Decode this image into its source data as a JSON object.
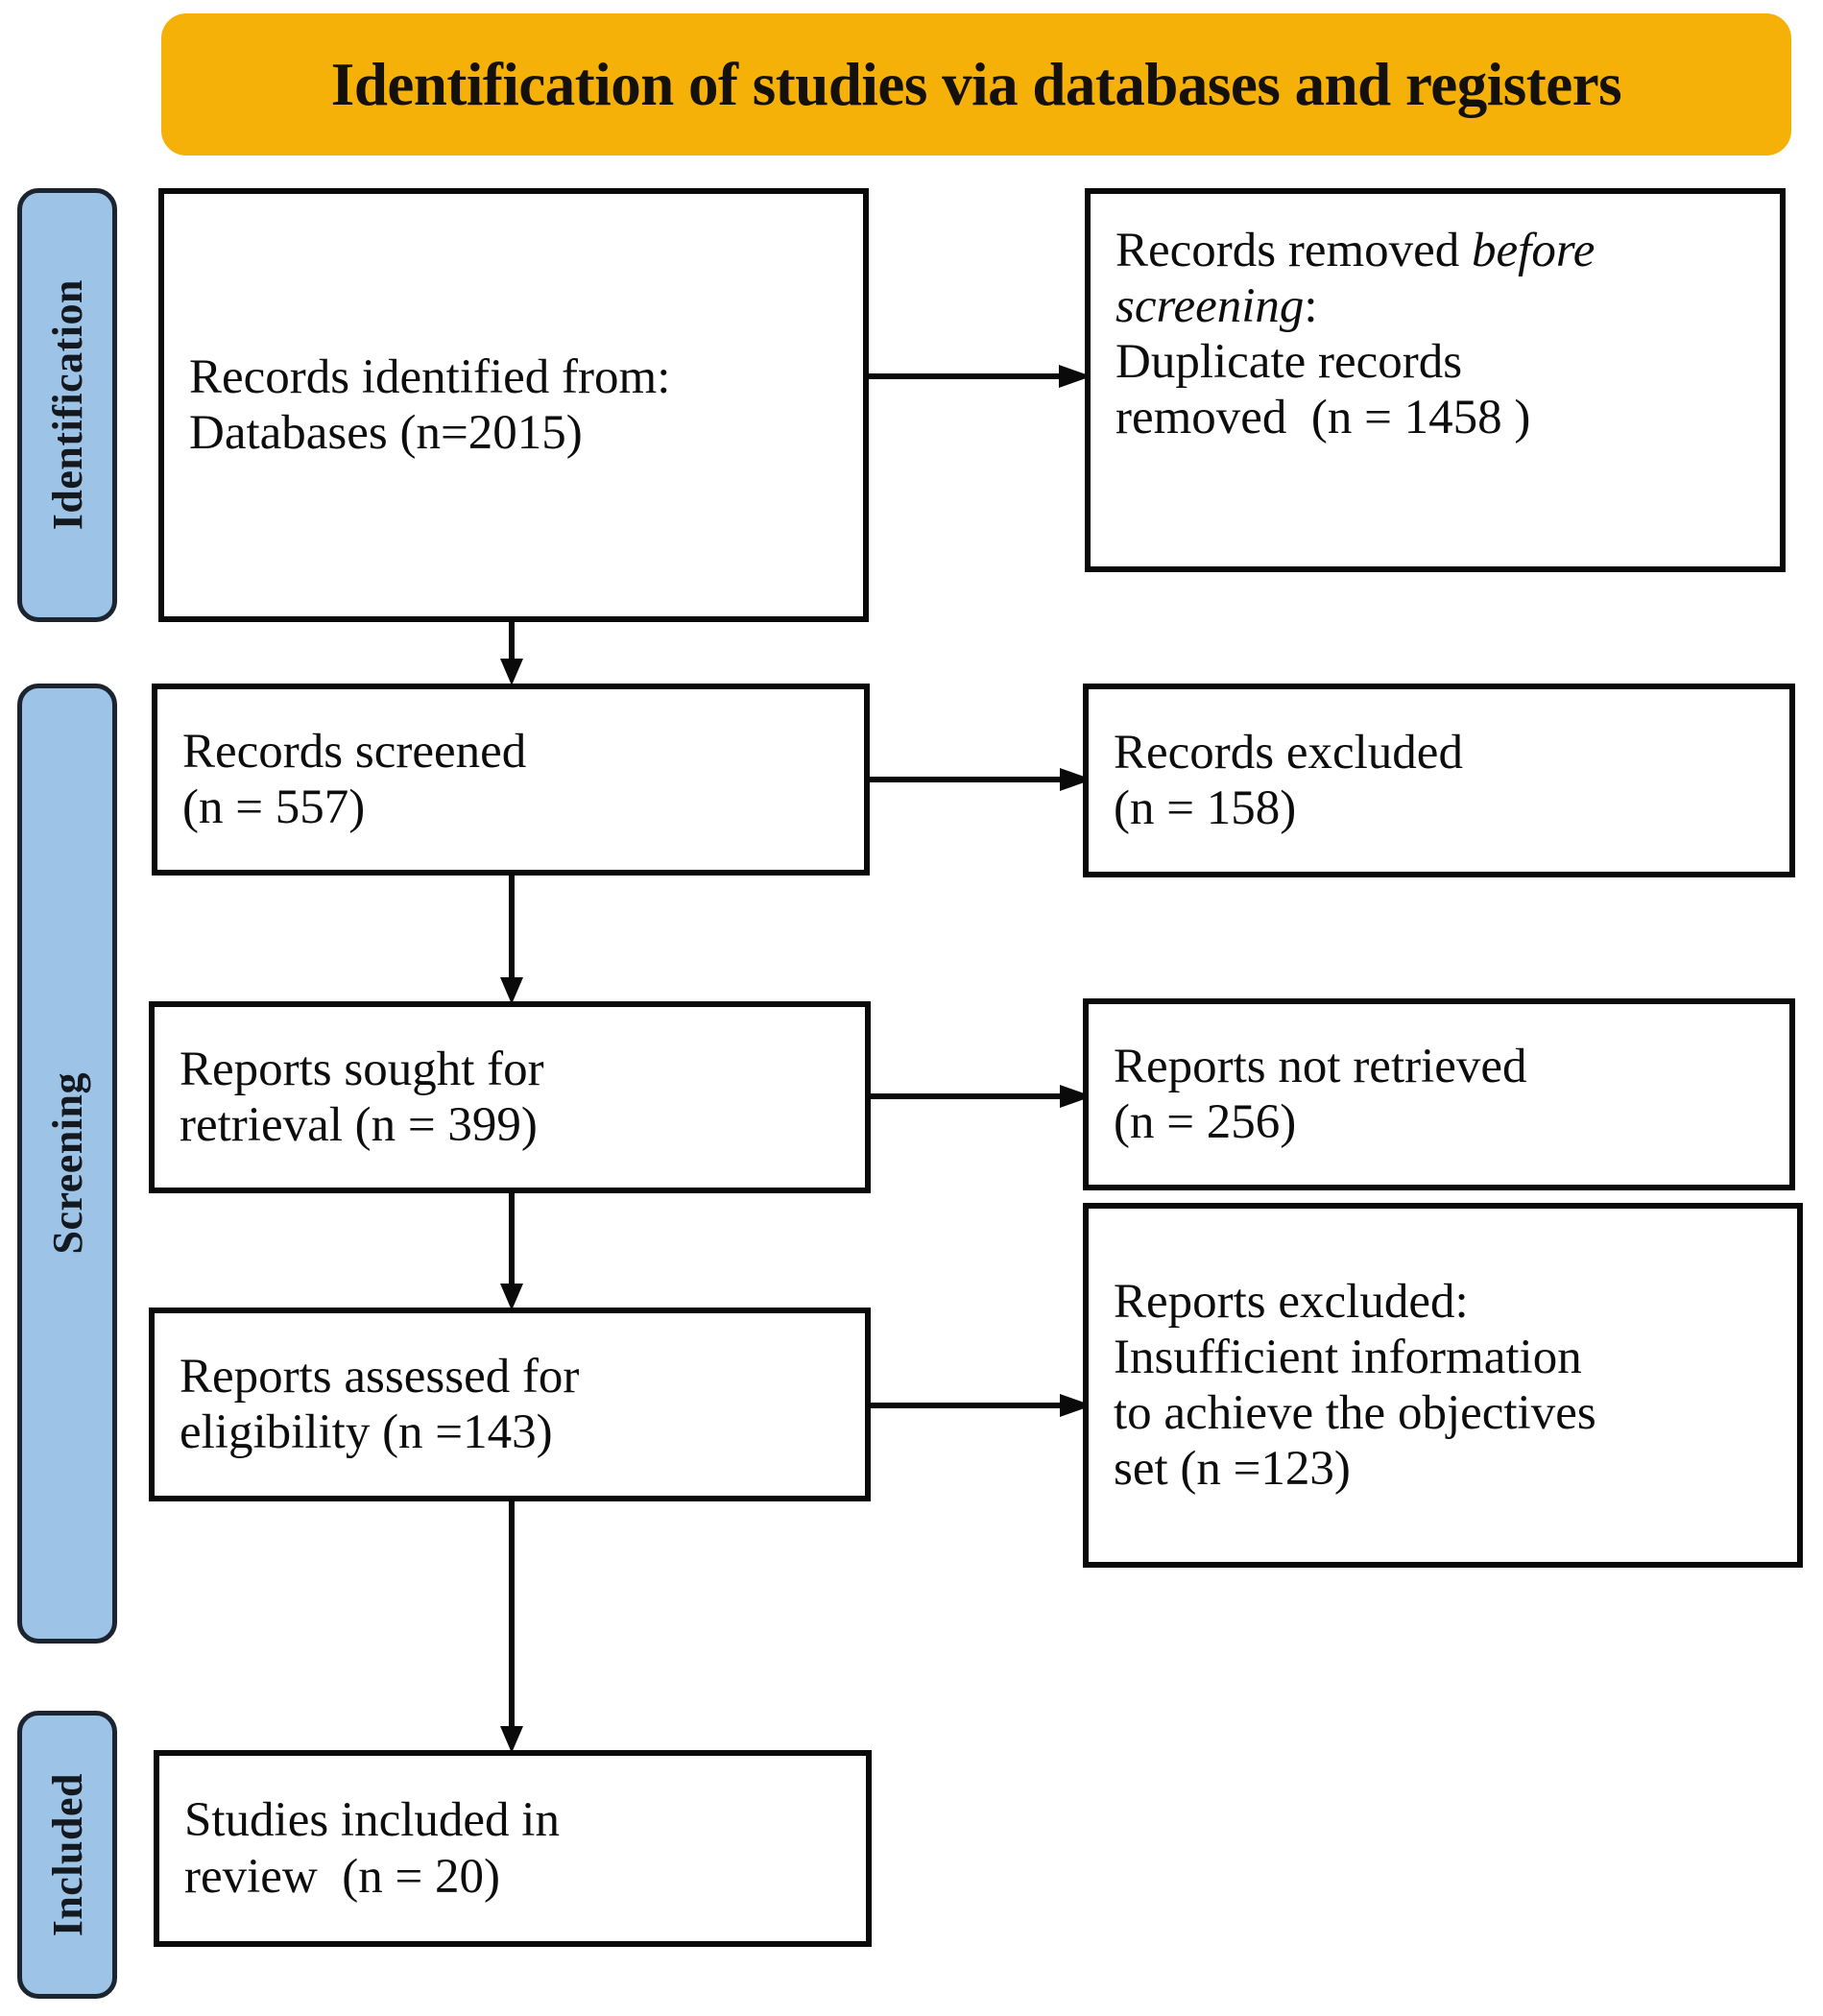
{
  "banner": {
    "title": "Identification of studies via databases and registers",
    "color": "#F5B108"
  },
  "stages": {
    "color": "#9DC3E6",
    "items": [
      {
        "id": "identification",
        "label": "Identification"
      },
      {
        "id": "screening",
        "label": "Screening"
      },
      {
        "id": "included",
        "label": "Included"
      }
    ]
  },
  "flow": {
    "identified": {
      "line1": "Records identified from:",
      "line2": "Databases (n=2015)",
      "count": 2015
    },
    "removed": {
      "line1_plain": "Records removed ",
      "line1_italic": "before",
      "line2_italic": "screening",
      "line2_plain": ":",
      "line3": "Duplicate records",
      "line4": "removed  (n = 1458 )",
      "count": 1458
    },
    "screened": {
      "line1": "Records screened",
      "line2": "(n = 557)",
      "count": 557
    },
    "excluded_records": {
      "line1": "Records excluded",
      "line2": "(n = 158)",
      "count": 158
    },
    "sought": {
      "line1": "Reports sought for",
      "line2": "retrieval (n = 399)",
      "count": 399
    },
    "not_retrieved": {
      "line1": "Reports not retrieved",
      "line2": "(n = 256)",
      "count": 256
    },
    "assessed": {
      "line1": "Reports assessed for",
      "line2": "eligibility (n =143)",
      "count": 143
    },
    "excluded_reports": {
      "line1": "Reports excluded:",
      "line2": "Insufficient information",
      "line3": "to achieve the objectives",
      "line4": "set (n =123)",
      "count": 123
    },
    "included": {
      "line1": "Studies included in",
      "line2": "review  (n = 20)",
      "count": 20
    }
  },
  "chart_data": {
    "type": "diagram",
    "title": "Identification of studies via databases and registers",
    "nodes": [
      {
        "id": "identified",
        "stage": "Identification",
        "label": "Records identified from: Databases (n=2015)",
        "n": 2015
      },
      {
        "id": "removed",
        "stage": "Identification",
        "label": "Records removed before screening: Duplicate records removed (n = 1458 )",
        "n": 1458
      },
      {
        "id": "screened",
        "stage": "Screening",
        "label": "Records screened (n = 557)",
        "n": 557
      },
      {
        "id": "excluded_records",
        "stage": "Screening",
        "label": "Records excluded (n = 158)",
        "n": 158
      },
      {
        "id": "sought",
        "stage": "Screening",
        "label": "Reports sought for retrieval (n = 399)",
        "n": 399
      },
      {
        "id": "not_retrieved",
        "stage": "Screening",
        "label": "Reports not retrieved (n = 256)",
        "n": 256
      },
      {
        "id": "assessed",
        "stage": "Screening",
        "label": "Reports assessed for eligibility (n =143)",
        "n": 143
      },
      {
        "id": "excluded_reports",
        "stage": "Screening",
        "label": "Reports excluded: Insufficient information to achieve the objectives set (n =123)",
        "n": 123
      },
      {
        "id": "included",
        "stage": "Included",
        "label": "Studies included in review (n = 20)",
        "n": 20
      }
    ],
    "edges": [
      {
        "from": "identified",
        "to": "removed",
        "direction": "right"
      },
      {
        "from": "identified",
        "to": "screened",
        "direction": "down"
      },
      {
        "from": "screened",
        "to": "excluded_records",
        "direction": "right"
      },
      {
        "from": "screened",
        "to": "sought",
        "direction": "down"
      },
      {
        "from": "sought",
        "to": "not_retrieved",
        "direction": "right"
      },
      {
        "from": "sought",
        "to": "assessed",
        "direction": "down"
      },
      {
        "from": "assessed",
        "to": "excluded_reports",
        "direction": "right"
      },
      {
        "from": "assessed",
        "to": "included",
        "direction": "down"
      }
    ]
  }
}
